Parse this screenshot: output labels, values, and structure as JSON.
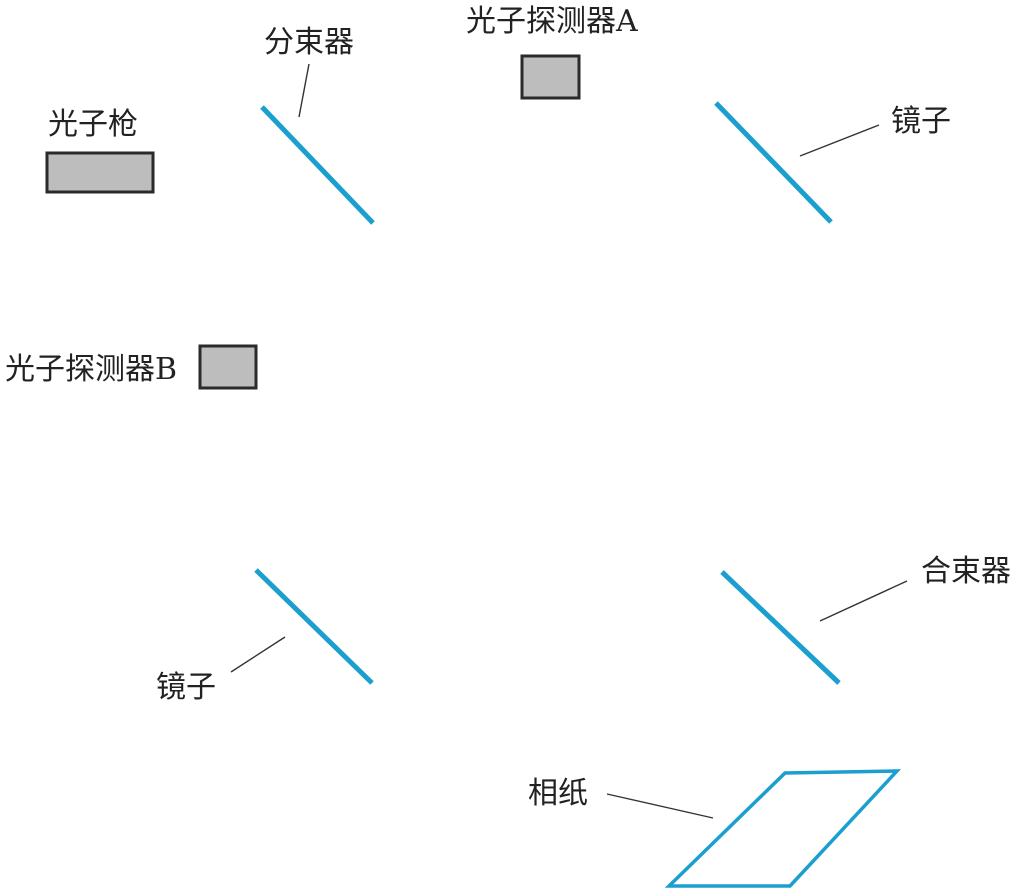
{
  "labels": {
    "photon_gun": "光子枪",
    "beam_splitter": "分束器",
    "detector_a": "光子探测器A",
    "mirror_top": "镜子",
    "detector_b": "光子探测器B",
    "mirror_bottom": "镜子",
    "beam_combiner": "合束器",
    "photo_paper": "相纸"
  },
  "colors": {
    "optic": "#1b9fcf",
    "box_fill": "#bdbdbd",
    "box_stroke": "#2a2a2a",
    "text": "#222222",
    "leader": "#333333"
  }
}
